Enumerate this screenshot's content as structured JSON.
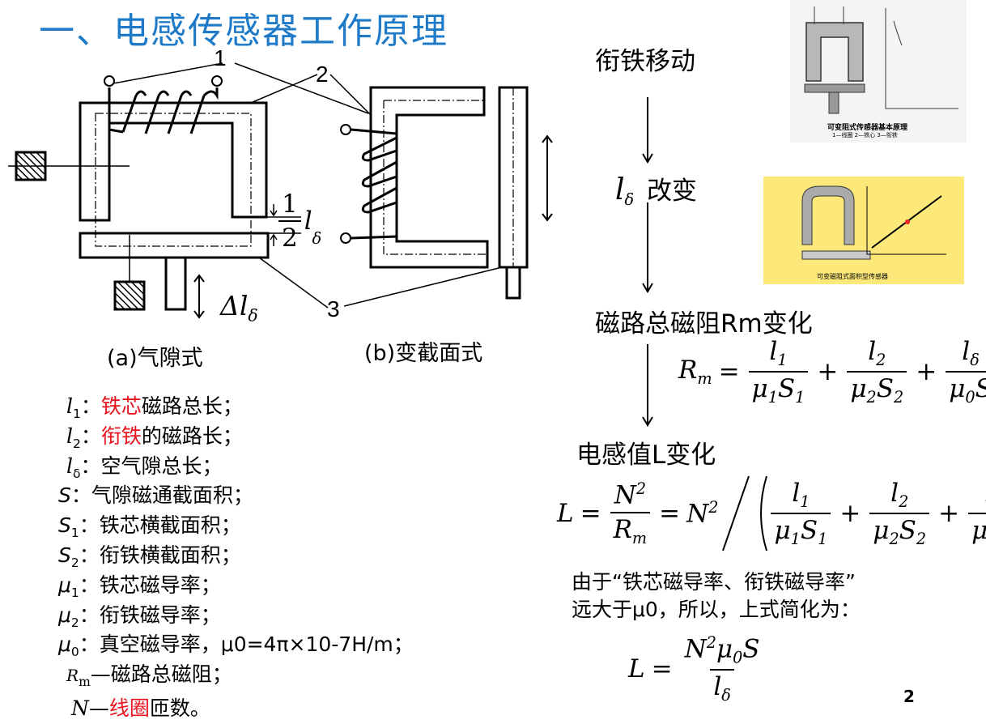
{
  "slide": {
    "title": "一、电感传感器工作原理",
    "page_number": "2"
  },
  "diagram": {
    "label_1": "1",
    "label_2": "2",
    "label_3": "3",
    "half": "1",
    "half_den": "2",
    "l_delta": "l",
    "delta_sub": "δ",
    "delta_l": "Δl",
    "caption_a": "(a)气隙式",
    "caption_b": "(b)变截面式"
  },
  "legend": [
    {
      "sym": "l",
      "sub": "1",
      "colon": "：",
      "red": "铁芯",
      "rest": "磁路总长；"
    },
    {
      "sym": "l",
      "sub": "2",
      "colon": "：",
      "red": "衔铁",
      "rest": "的磁路长；"
    },
    {
      "sym": "l",
      "sub": "δ",
      "colon": "：",
      "red": "",
      "rest": "空气隙总长；"
    },
    {
      "sym": "S",
      "sub": "",
      "colon": "：",
      "red": "",
      "rest": "气隙磁通截面积；"
    },
    {
      "sym": "S",
      "sub": "1",
      "colon": "：",
      "red": "",
      "rest": "铁芯横截面积；"
    },
    {
      "sym": "S",
      "sub": "2",
      "colon": "：",
      "red": "",
      "rest": "衔铁横截面积；"
    },
    {
      "sym": "μ",
      "sub": "1",
      "colon": "：",
      "red": "",
      "rest": "铁芯磁导率；"
    },
    {
      "sym": "μ",
      "sub": "2",
      "colon": "：",
      "red": "",
      "rest": "衔铁磁导率；"
    },
    {
      "sym": "μ",
      "sub": "0",
      "colon": "：",
      "red": "",
      "rest": "真空磁导率，μ0=4π×10-7H/m；"
    }
  ],
  "legend_rm": {
    "sym": "R",
    "sub": "m",
    "text": "—磁路总磁阻；"
  },
  "legend_n": {
    "sym": "N",
    "dash": "—",
    "red": "线圈",
    "rest": "匝数。"
  },
  "flow": {
    "step1": "衔铁移动",
    "step2_sym": "l",
    "step2_sub": "δ",
    "step2_text": "改变",
    "step3": "磁路总磁阻Rm变化",
    "step4": "电感值L变化",
    "note_line1": "由于“铁芯磁导率、衔铁磁导率”",
    "note_line2": "远大于μ0，所以，上式简化为："
  },
  "thumbnails": {
    "top_caption": "可变阻式传感器基本原理",
    "top_sub": "1—线圈   2—铁心   3—衔铁",
    "bottom_caption": "可变磁阻式面积型传感器",
    "bottom_bg": "#fce97a"
  }
}
